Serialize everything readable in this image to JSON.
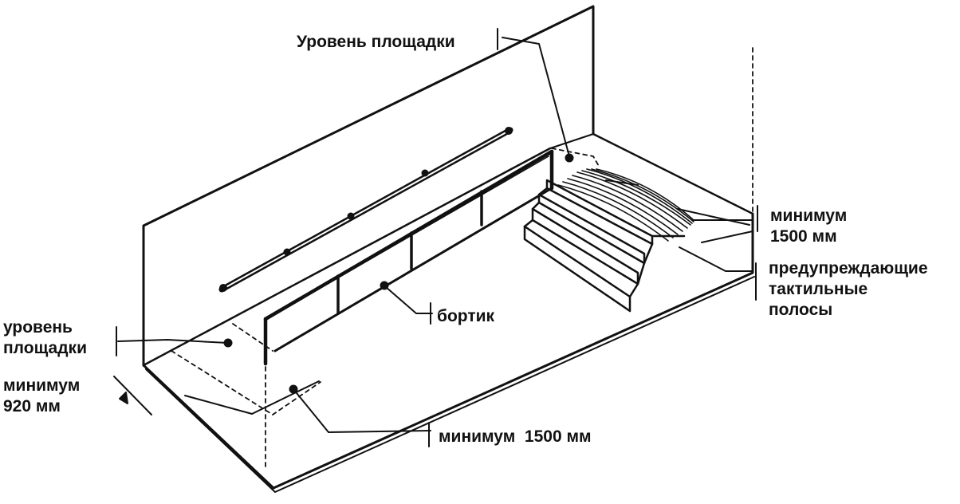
{
  "labels": {
    "top_platform_level": "Уровень площадки",
    "left_platform_level": "уровень\nплощадки",
    "min_920": "минимум\n920 мм",
    "curb": "бортик",
    "min_1500_bottom": "минимум  1500 мм",
    "min_1500_right": "минимум\n1500 мм",
    "tactile_strips": "предупреждающие\nтактильные\nполосы"
  }
}
